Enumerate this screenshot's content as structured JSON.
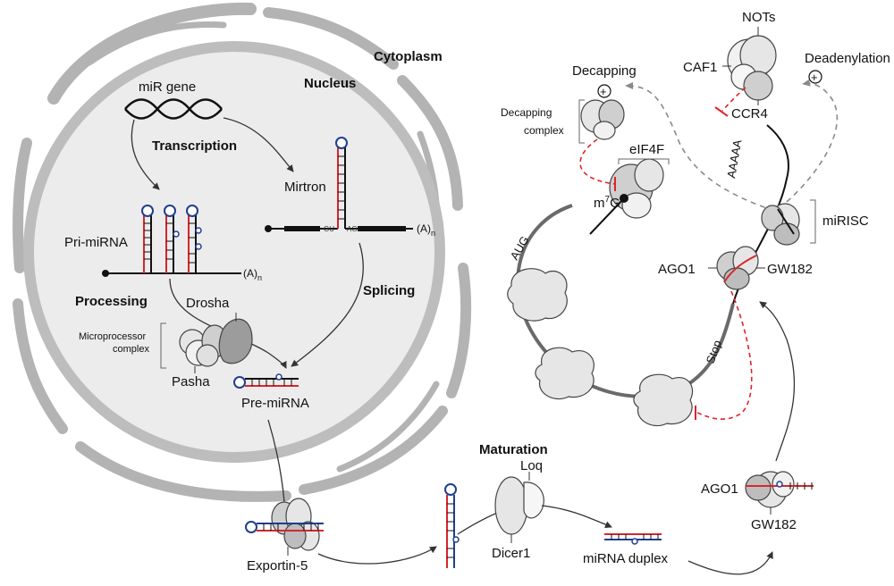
{
  "labels": {
    "cytoplasm": "Cytoplasm",
    "nucleus": "Nucleus",
    "mir_gene": "miR gene",
    "transcription": "Transcription",
    "mirtron": "Mirtron",
    "pri_mirna": "Pri-miRNA",
    "poly_a": "(A)",
    "poly_a_sub": "n",
    "gu": "GU",
    "ag": "AG",
    "processing": "Processing",
    "drosha": "Drosha",
    "microprocessor_line1": "Microprocessor",
    "microprocessor_line2": "complex",
    "pasha": "Pasha",
    "splicing": "Splicing",
    "pre_mirna": "Pre-miRNA",
    "exportin": "Exportin-5",
    "maturation": "Maturation",
    "loq": "Loq",
    "dicer": "Dicer1",
    "mirna_duplex": "miRNA duplex",
    "ago1_bottom": "AGO1",
    "gw182_bottom": "GW182",
    "ago1_mid": "AGO1",
    "gw182_mid": "GW182",
    "mirisc": "miRISC",
    "stop": "Stop",
    "aug": "AUG",
    "m7g": "m",
    "m7g_sup": "7",
    "m7g_g": "G",
    "eif4f": "eIF4F",
    "decapping": "Decapping",
    "plus": "+",
    "decapping_complex_line1": "Decapping",
    "decapping_complex_line2": "complex",
    "nots": "NOTs",
    "caf1": "CAF1",
    "deadenylation": "Deadenylation",
    "ccr4": "CCR4",
    "poly_a_tail": "AAAAA"
  },
  "colors": {
    "membrane": "#b3b3b3",
    "nucleus_fill": "#ececec",
    "mirna_red": "#d7262c",
    "loop_blue": "#1f3f8f",
    "protein_light": "#e6e6e6",
    "protein_mid": "#cfcfcf",
    "protein_dark": "#9c9c9c",
    "inhibition": "#e0222a",
    "dashed_gray": "#8a8a8a"
  }
}
